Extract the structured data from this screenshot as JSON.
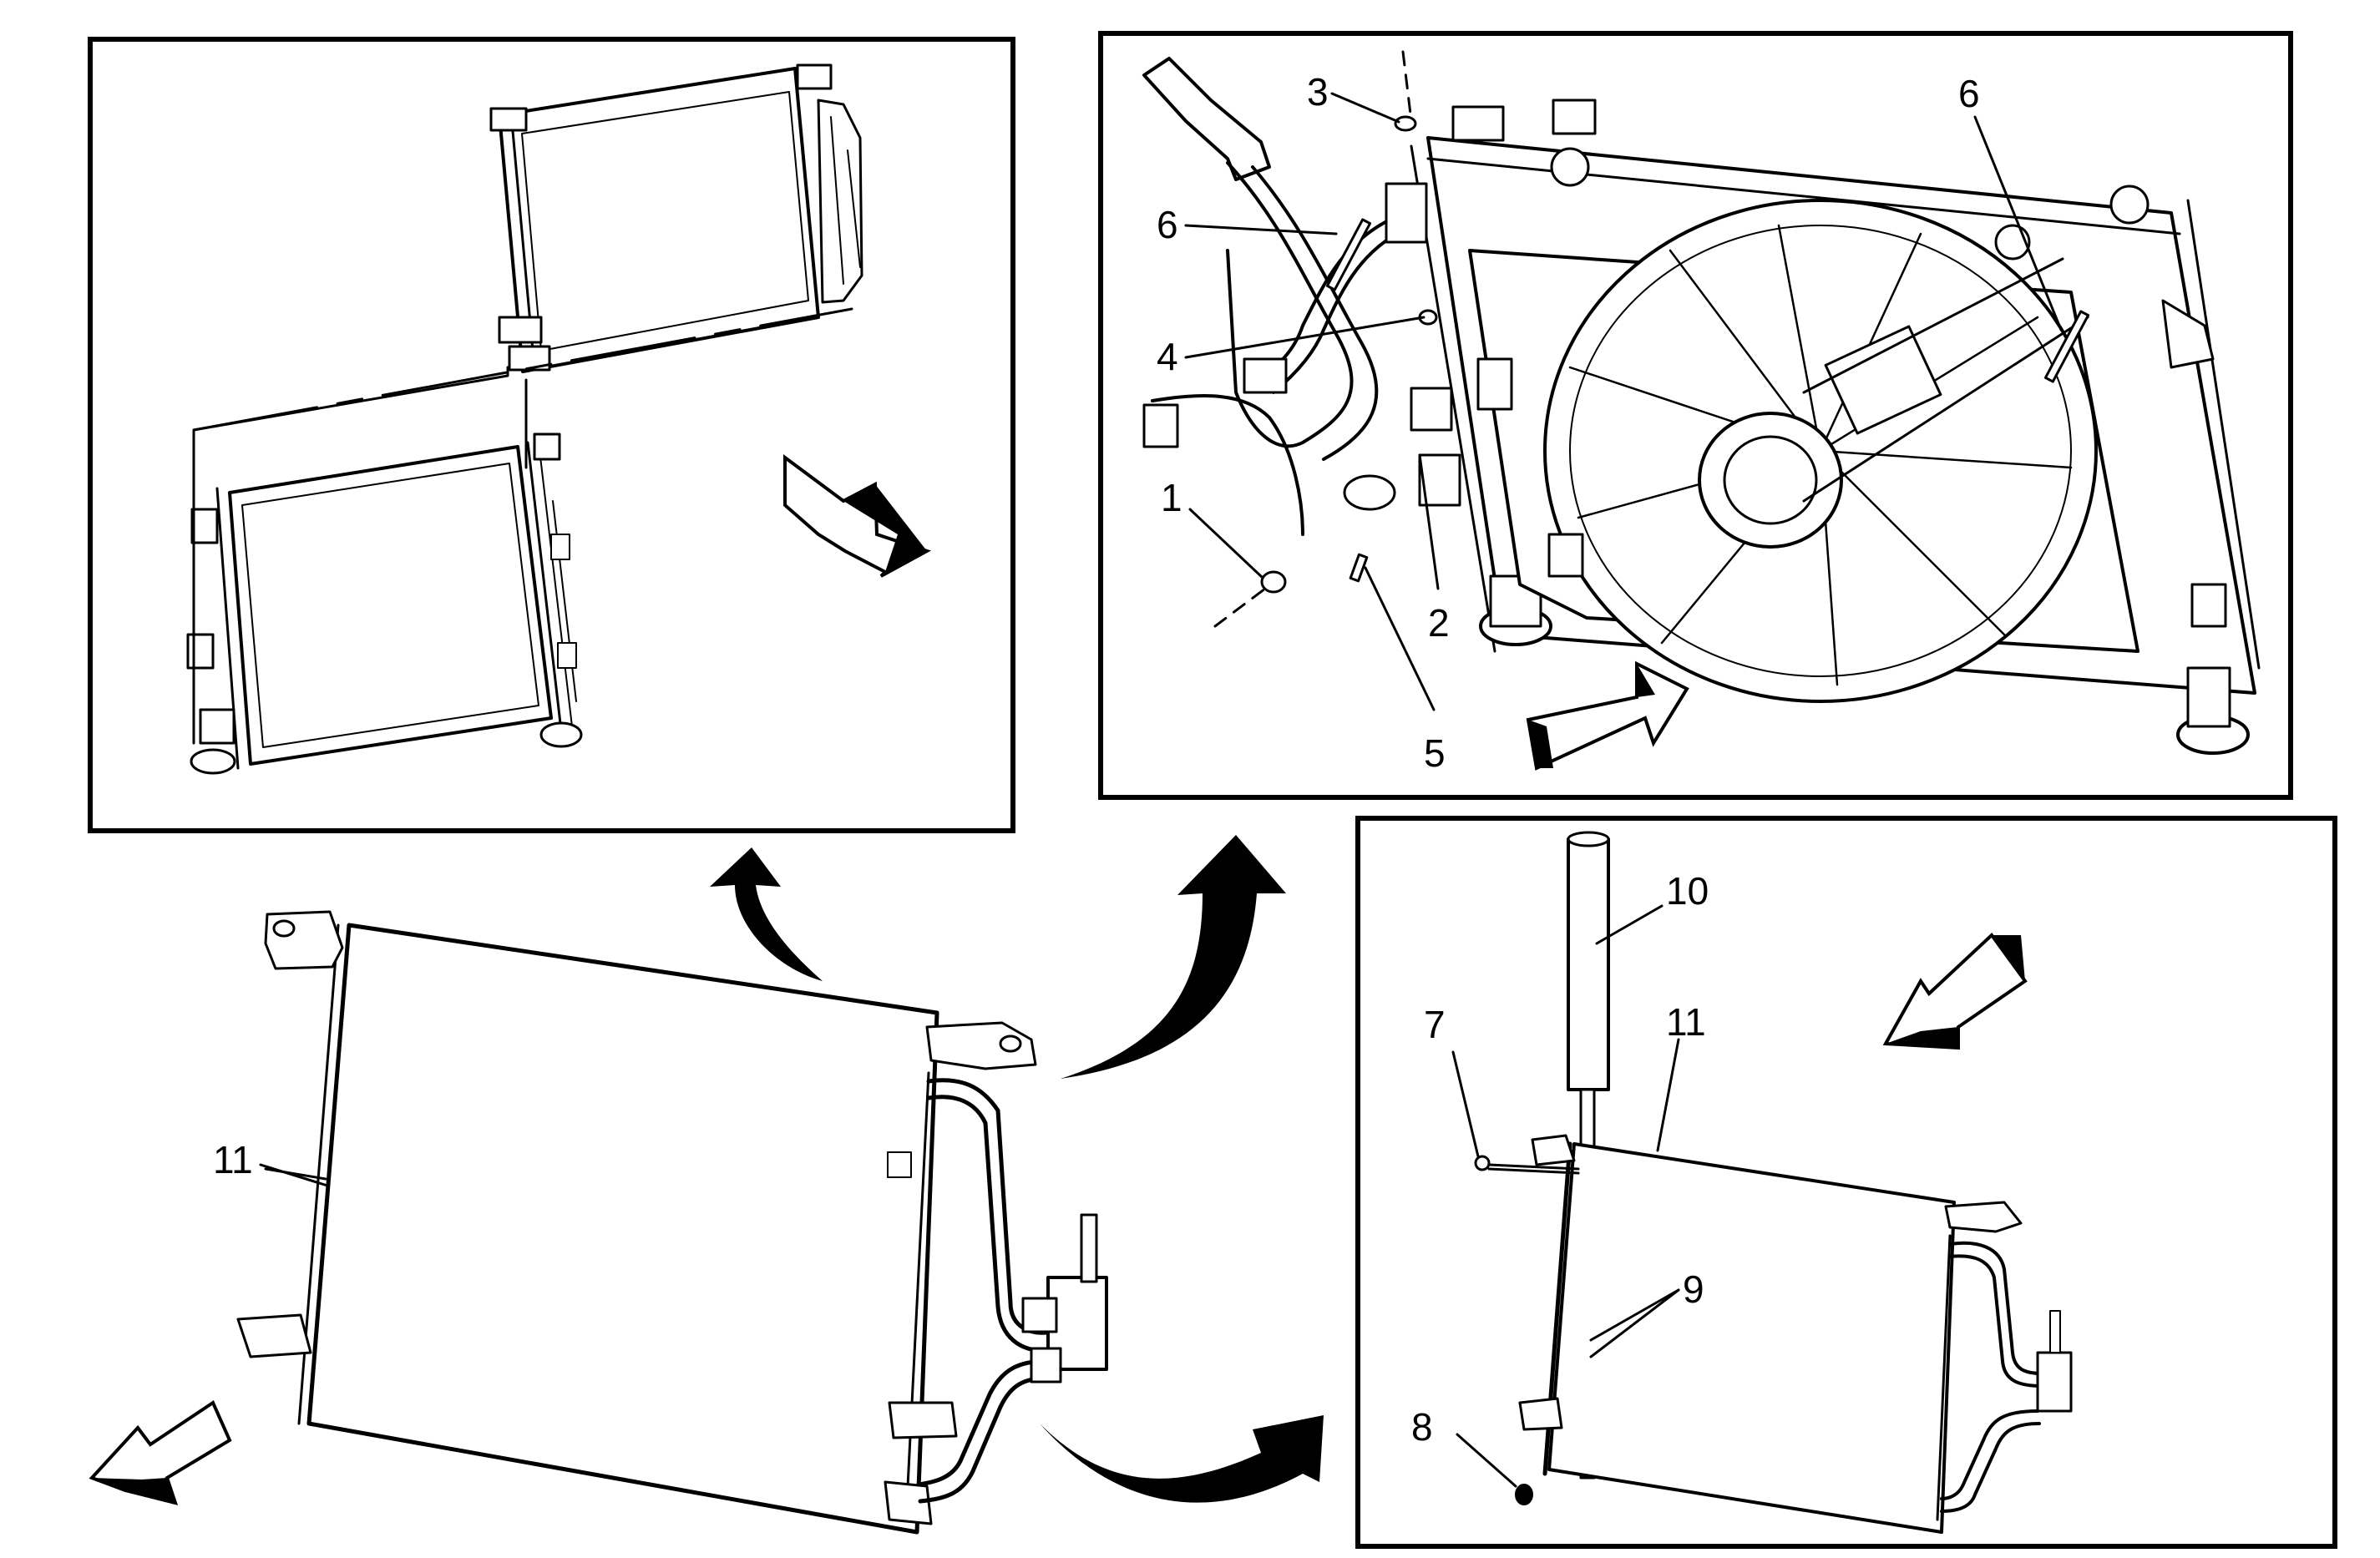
{
  "colors": {
    "line": "#000000",
    "background": "#ffffff",
    "arrow": "#000000"
  },
  "callouts": {
    "c1": "1",
    "c2": "2",
    "c3": "3",
    "c4": "4",
    "c5": "5",
    "c6a": "6",
    "c6b": "6",
    "c7": "7",
    "c8": "8",
    "c9": "9",
    "c10": "10",
    "c11_main": "11",
    "c11_detail": "11"
  },
  "icons": {
    "panel_tl_arrow": "front-direction-arrow-icon",
    "panel_tr_arrow": "front-direction-arrow-icon",
    "panel_br_arrow": "front-direction-arrow-icon",
    "main_arrow": "front-direction-arrow-icon",
    "curved_arrows": "curved-pointer-arrow-icon"
  }
}
